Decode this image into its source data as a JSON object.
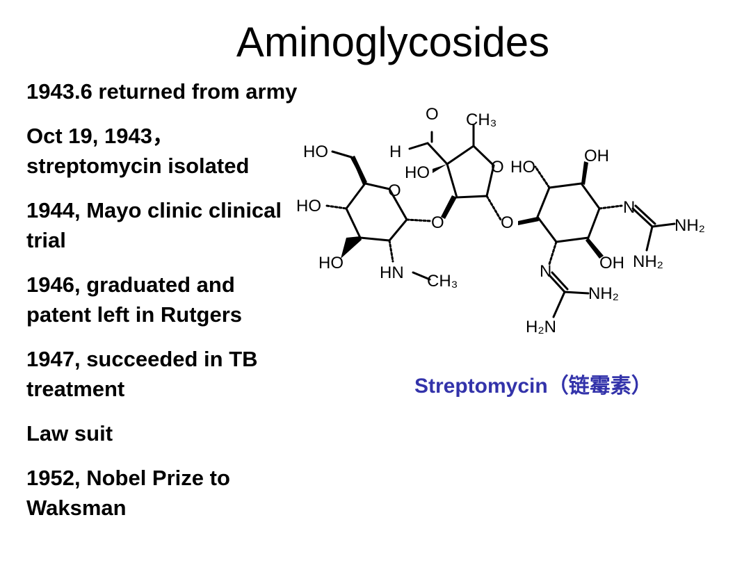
{
  "slide": {
    "title": "Aminoglycosides",
    "bullets": [
      "1943.6 returned from army",
      "Oct 19, 1943，streptomycin isolated",
      "1944, Mayo clinic clinical trial",
      "1946, graduated and patent left in Rutgers",
      "1947, succeeded in TB treatment",
      "Law suit",
      "1952, Nobel Prize to Waksman"
    ],
    "structure": {
      "labels": {
        "o_aldehyde": "O",
        "h_aldehyde": "H",
        "ch3_top": "CH₃",
        "ho_sugar1": "HO",
        "ho_sugar2": "HO",
        "o_ring2": "O",
        "ho_ring3": "HO",
        "oh_ring3": "OH",
        "o_ring1": "O",
        "ho_left": "HO",
        "o_link1": "O",
        "o_link2": "O",
        "n_right": "N",
        "nh2_right1": "NH₂",
        "nh2_right2": "NH₂",
        "ho_bottom": "HO",
        "hn": "HN",
        "ch3_bottom": "CH₃",
        "oh_bottom": "OH",
        "n_bottom": "N",
        "nh2_bottom": "NH₂",
        "h2n_bottom": "H₂N"
      }
    },
    "caption": "Streptomycin（链霉素）",
    "colors": {
      "caption": "#3333aa",
      "text": "#000000"
    }
  }
}
